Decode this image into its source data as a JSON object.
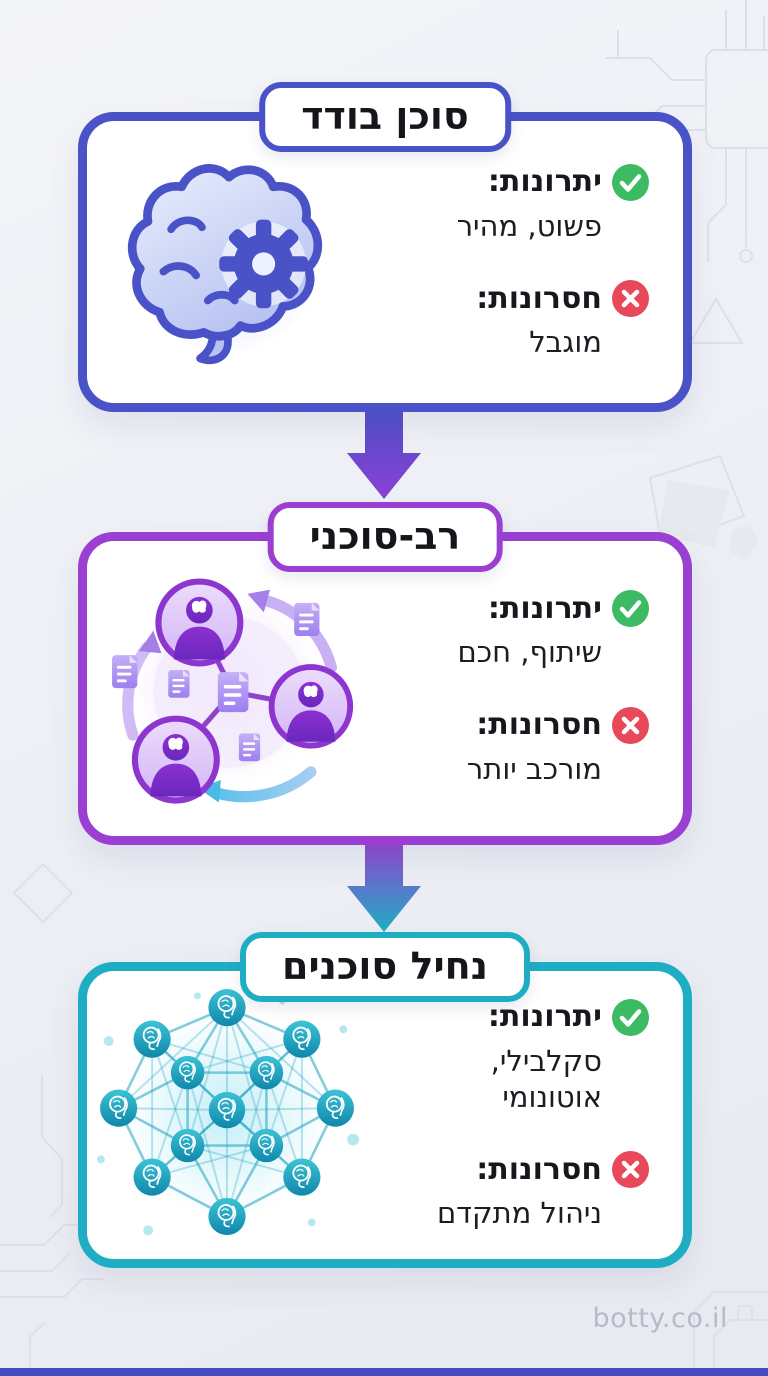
{
  "page": {
    "watermark": "botty.co.il",
    "background_decorations": [
      "circuit-pattern-top-right",
      "circuit-pattern-bottom-left",
      "circuit-pattern-bottom-right",
      "geometric-shapes-right",
      "diamond-outline-left",
      "triangle-outline-right"
    ]
  },
  "colors": {
    "indigo": "#4a52c8",
    "purple": "#9a3fd1",
    "teal": "#1fadc4",
    "check_green": "#3dbb64",
    "cross_red": "#e9475a",
    "text_dark": "#17181d",
    "watermark_gray": "#b7bbc9"
  },
  "cards": [
    {
      "title": "סוכן בודד",
      "accent": "#4a52c8",
      "icon": "brain-gear-icon",
      "pros_label": "יתרונות:",
      "pros_value": "פשוט, מהיר",
      "cons_label": "חסרונות:",
      "cons_value": "מוגבל"
    },
    {
      "title": "רב-סוכני",
      "accent": "#9a3fd1",
      "icon": "agents-collaboration-icon",
      "pros_label": "יתרונות:",
      "pros_value": "שיתוף, חכם",
      "cons_label": "חסרונות:",
      "cons_value": "מורכב יותר"
    },
    {
      "title": "נחיל סוכנים",
      "accent": "#1fadc4",
      "icon": "swarm-network-icon",
      "pros_label": "יתרונות:",
      "pros_value": "סקלבילי, אוטונומי",
      "cons_label": "חסרונות:",
      "cons_value": "ניהול מתקדם"
    }
  ],
  "arrows": [
    {
      "name": "flow-arrow-1",
      "gradient": [
        "#4a52c8",
        "#8b3fd4"
      ]
    },
    {
      "name": "flow-arrow-2",
      "gradient": [
        "#9a3fd1",
        "#22b1c6"
      ]
    }
  ]
}
